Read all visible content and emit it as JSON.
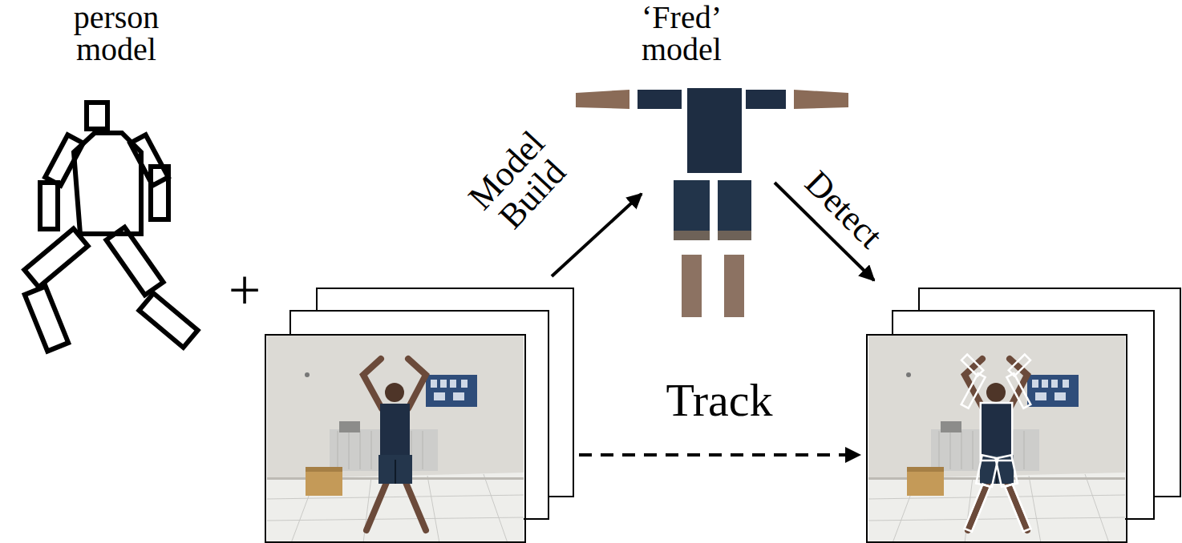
{
  "diagram": {
    "nodes": [
      {
        "text": [
          "person model"
        ]
      },
      {
        "text": [
          "‘Fred’ model"
        ]
      }
    ],
    "labels": [
      "+",
      "Model Build",
      "Detect",
      "Track"
    ]
  }
}
